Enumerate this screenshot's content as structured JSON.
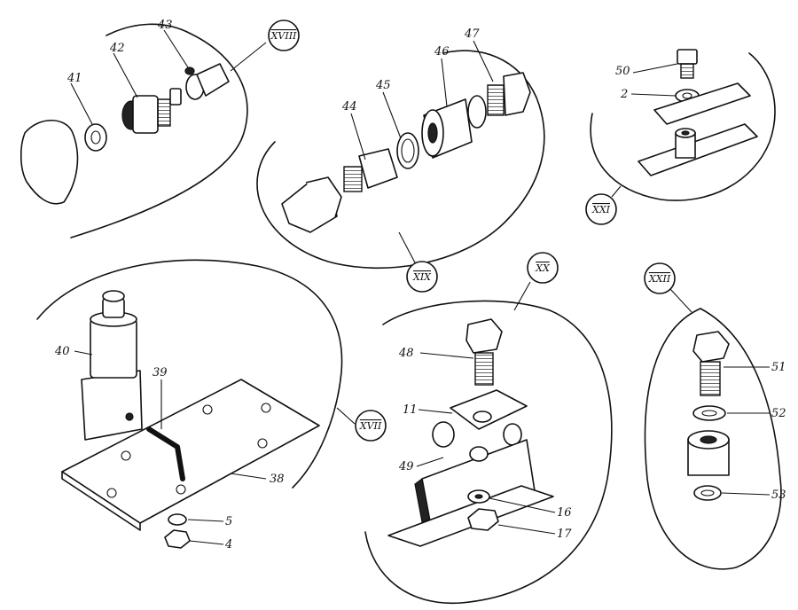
{
  "views": [
    {
      "id": "XVIII",
      "label": "XVIII"
    },
    {
      "id": "XIX",
      "label": "XIX"
    },
    {
      "id": "XX",
      "label": "XX"
    },
    {
      "id": "XXI",
      "label": "XXI"
    },
    {
      "id": "XXII",
      "label": "XXII"
    },
    {
      "id": "XVII",
      "label": "XVII"
    }
  ],
  "callouts": {
    "p41": "41",
    "p42": "42",
    "p43": "43",
    "p44": "44",
    "p45": "45",
    "p46": "46",
    "p47": "47",
    "p50": "50",
    "p2": "2",
    "p40": "40",
    "p39": "39",
    "p38": "38",
    "p5": "5",
    "p4": "4",
    "p48": "48",
    "p11": "11",
    "p49": "49",
    "p16": "16",
    "p17": "17",
    "p51": "51",
    "p52": "52",
    "p53": "53"
  },
  "colors": {
    "ink": "#111111",
    "background": "#ffffff"
  }
}
